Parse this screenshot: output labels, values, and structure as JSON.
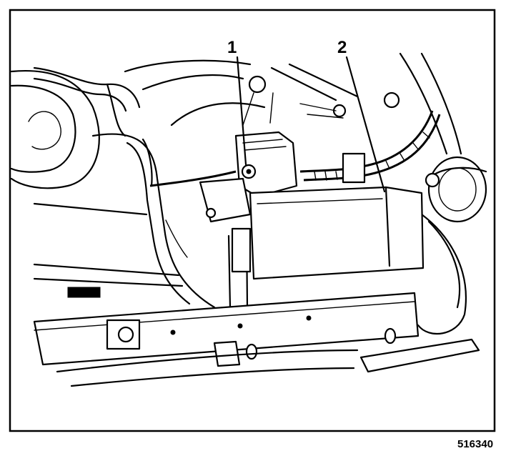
{
  "callouts": [
    {
      "label": "1"
    },
    {
      "label": "2"
    }
  ],
  "figure_number": "516340"
}
